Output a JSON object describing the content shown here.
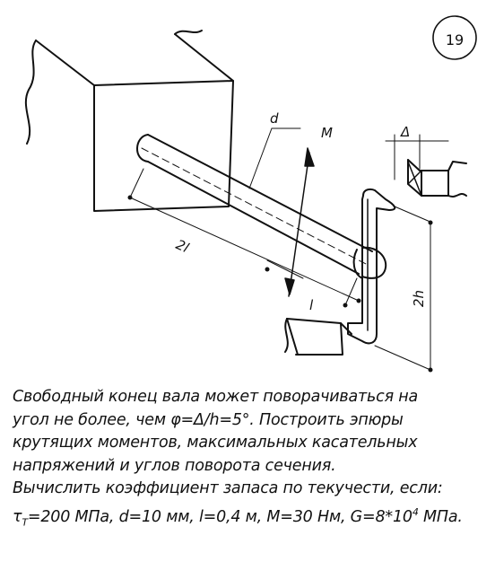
{
  "problem_number": "19",
  "labels": {
    "diameter": "d",
    "moment": "M",
    "gap": "Δ",
    "length_2l": "2l",
    "length_l": "l",
    "height_2h": "2h"
  },
  "text": {
    "line1": "Свободный конец вала может поворачиваться на",
    "line2": "угол не более, чем φ=Δ/h=5°. Построить эпюры",
    "line3": "крутящих моментов, максимальных касательных",
    "line4": "напряжений и углов поворота сечения.",
    "line5": "Вычислить коэффициент запаса по текучести, если:",
    "tau_symbol": "τ",
    "tau_sub": "T",
    "values_a": "=200 МПа, d=10 мм, l=0,4 м, M=30 Нм, G=8*10",
    "exp": "4",
    "values_b": " МПа."
  }
}
